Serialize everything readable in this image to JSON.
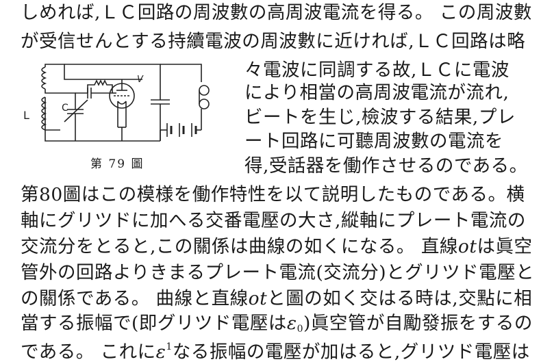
{
  "lines": {
    "l1": "しめれば,ＬＣ回路の周波數の高周波電流を得る。 この周波數",
    "l2": "が受信せんとする持續電波の周波數に近ければ,ＬＣ回路は略",
    "s1": "々電波に同調する故,ＬＣに電波",
    "s2": "により相當の高周波電流が流れ,",
    "s3": "ビートを生じ,檢波する結果,プレ",
    "s4": "ート回路に可聽周波數の電流を",
    "s5": "得,受話器を働作させるのである。",
    "p1": "第80圖はこの模様を働作特性を以て説明したものである。横",
    "p2": "軸にグリツドに加へる交番電壓の大さ,縱軸にプレート電流の",
    "p3a": "交流分をとると,この關係は曲線の如くになる。 直線",
    "p3b": "ot",
    "p3c": "は眞空",
    "p4": "管外の回路よりきまるプレート電流(交流分)とグリツド電壓と",
    "p5a": "の關係である。 曲線と直線",
    "p5b": "ot",
    "p5c": "と圖の如く交はる時は,交點に相",
    "p6a": "當する振幅で(即グリツド電壓は",
    "p6b": "ε",
    "p6c": "0",
    "p6d": ")眞空管が自勵發振をするの",
    "p7a": "である。 これに",
    "p7b": "ε",
    "p7c": "1",
    "p7d": "なる振幅の電壓が加はると,グリツド電壓は"
  },
  "figure": {
    "caption": "第 79 圖",
    "label_L": "L",
    "label_C": "C",
    "label_V": "V"
  }
}
